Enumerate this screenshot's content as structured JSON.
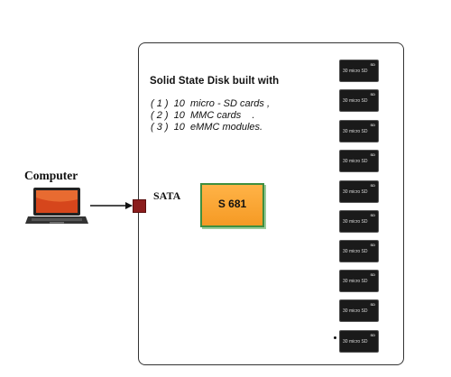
{
  "title": "Solid State Disk  built with",
  "features": [
    "( 1 )  10  micro - SD cards ,",
    "( 2 )  10  MMC cards    .",
    "( 3 )  10  eMMC modules."
  ],
  "computer_label": "Computer",
  "sata_label": "SATA",
  "chip_label": "S 681",
  "cards": [
    {
      "text": "30 micro SD",
      "logo": "SD"
    },
    {
      "text": "30 micro SD",
      "logo": "SD"
    },
    {
      "text": "30 micro SD",
      "logo": "SD"
    },
    {
      "text": "30 micro SD",
      "logo": "SD"
    },
    {
      "text": "30 micro SD",
      "logo": "SD"
    },
    {
      "text": "30 micro SD",
      "logo": "SD"
    },
    {
      "text": "30 micro SD",
      "logo": "SD"
    },
    {
      "text": "30 micro SD",
      "logo": "SD"
    },
    {
      "text": "30 micro SD",
      "logo": "SD"
    },
    {
      "text": "30 micro SD",
      "logo": "SD"
    }
  ],
  "colors": {
    "chip_fill": "#f59a24",
    "chip_border": "#3f8f3f",
    "port": "#8b1c1c",
    "card": "#1a1a1a",
    "line": "#111111"
  }
}
